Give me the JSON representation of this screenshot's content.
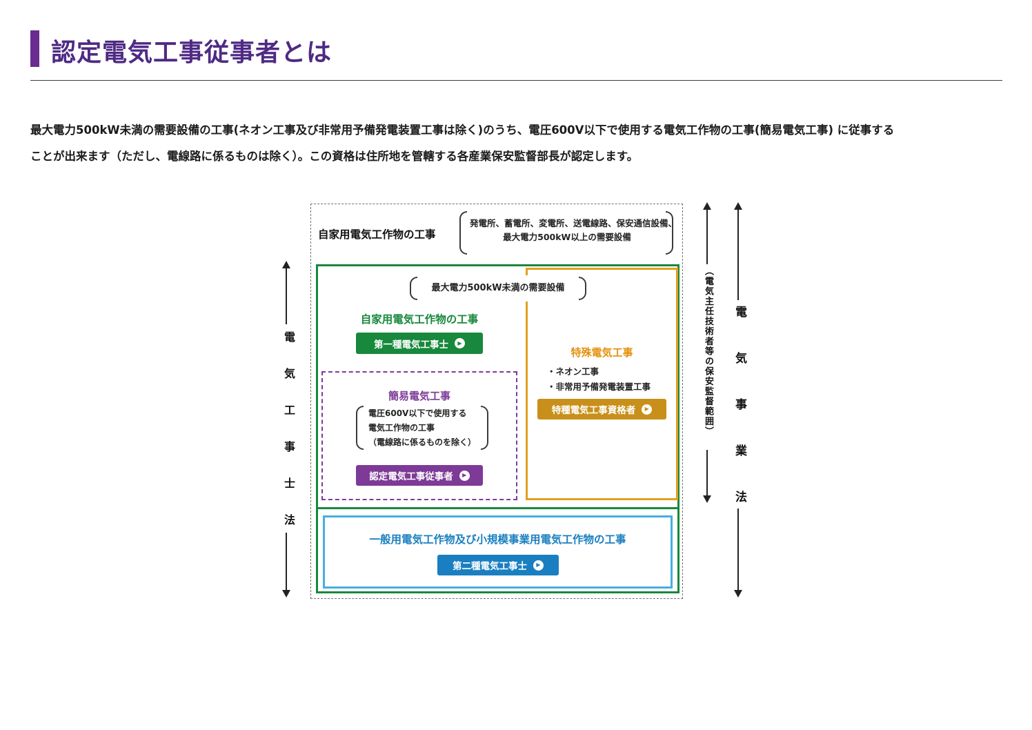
{
  "header": {
    "title": "認定電気工事従事者とは"
  },
  "intro": {
    "line1": "最大電力500kW未満の需要設備の工事(ネオン工事及び非常用予備発電装置工事は除く)のうち、電圧600V以下で使用する電気工作物の工事(簡易電気工事) に従事する",
    "line2": "ことが出来ます（ただし、電線路に係るものは除く）。この資格は住所地を管轄する各産業保安監督部長が認定します。"
  },
  "diagram": {
    "outer_box": {
      "title": "自家用電気工作物の工事",
      "note_line1": "発電所、蓄電所、変電所、送電線路、保安通信設備、",
      "note_line2": "最大電力500kW以上の需要設備"
    },
    "green_box": {
      "note": "最大電力500kW未満の需要設備",
      "title": "自家用電気工作物の工事",
      "button_label": "第一種電気工事士"
    },
    "purple_box": {
      "title": "簡易電気工事",
      "note_line1": "電圧600V以下で使用する",
      "note_line2": "電気工作物の工事",
      "note_line3": "（電線路に係るものを除く）",
      "button_label": "認定電気工事従事者"
    },
    "orange_box": {
      "title": "特殊電気工事",
      "item1": "・ネオン工事",
      "item2": "・非常用予備発電装置工事",
      "button_label": "特種電気工事資格者"
    },
    "blue_box": {
      "title": "一般用電気工作物及び小規模事業用電気工作物の工事",
      "button_label": "第二種電気工事士"
    },
    "left_axis_label": "電気工事士法",
    "right_inner_axis_label": "（電気主任技術者等の保安監督範囲）",
    "right_outer_axis_label": "電気事業法",
    "button_icon": "▶"
  },
  "colors": {
    "accent_purple": "#6a2c91",
    "title_purple": "#4e2a84",
    "green": "#17883c",
    "purple": "#7d3a97",
    "orange_border": "#e2a01f",
    "orange_button": "#c8901a",
    "blue_text": "#1a7fc0",
    "blue_border": "#45aede"
  }
}
